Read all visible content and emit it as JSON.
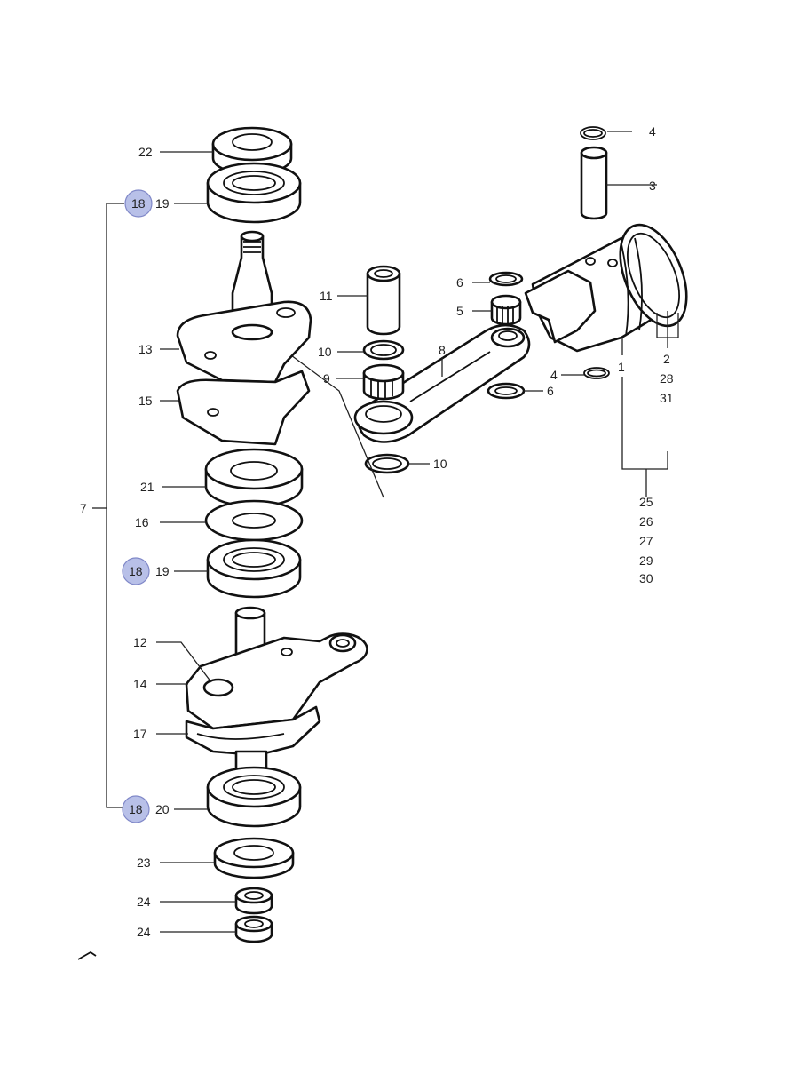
{
  "highlight_color": "#b8c0e8",
  "highlight_border": "#8088c8",
  "labels": {
    "p1": "1",
    "p2": "2",
    "p3": "3",
    "p4a": "4",
    "p4b": "4",
    "p5": "5",
    "p6a": "6",
    "p6b": "6",
    "p7": "7",
    "p8": "8",
    "p9": "9",
    "p10a": "10",
    "p10b": "10",
    "p11": "11",
    "p12": "12",
    "p13": "13",
    "p14": "14",
    "p15": "15",
    "p16": "16",
    "p17": "17",
    "p19a": "19",
    "p19b": "19",
    "p20": "20",
    "p21": "21",
    "p22": "22",
    "p23": "23",
    "p24a": "24",
    "p24b": "24",
    "p28": "28",
    "p31": "31",
    "p25": "25",
    "p26": "26",
    "p27": "27",
    "p29": "29",
    "p30": "30"
  },
  "callouts": {
    "c1": "18",
    "c2": "18",
    "c3": "18"
  }
}
